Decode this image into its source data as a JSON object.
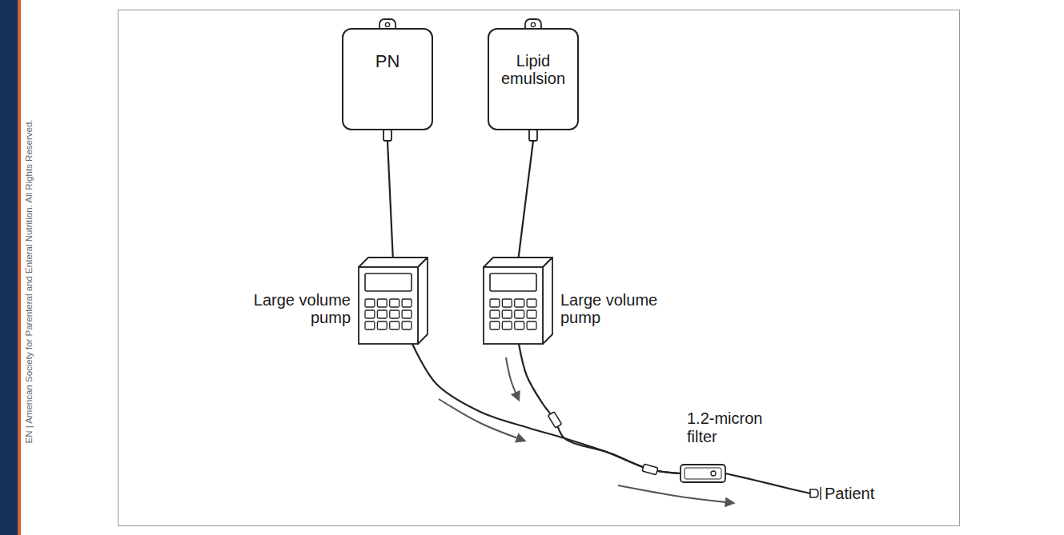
{
  "diagram": {
    "nodes": [
      {
        "text": [
          "PN"
        ]
      },
      {
        "text": [
          "Lipid emulsion"
        ]
      },
      {
        "text": [
          "Large volume pump"
        ]
      },
      {
        "text": [
          "Large volume pump"
        ]
      },
      {
        "text": [
          "1.2-micron filter"
        ]
      },
      {
        "text": [
          "Patient"
        ]
      }
    ],
    "edges": [
      {
        "from": 0,
        "to": 2,
        "arrow": "none"
      },
      {
        "from": 1,
        "to": 3,
        "arrow": "none"
      },
      {
        "from": 2,
        "to": 4,
        "arrow": "to"
      },
      {
        "from": 3,
        "to": 4,
        "arrow": "to"
      },
      {
        "from": 4,
        "to": 5,
        "arrow": "to"
      }
    ],
    "labels": [
      "EN | American Society for Parenteral and Enteral Nutrition. All Rights Reserved."
    ]
  }
}
